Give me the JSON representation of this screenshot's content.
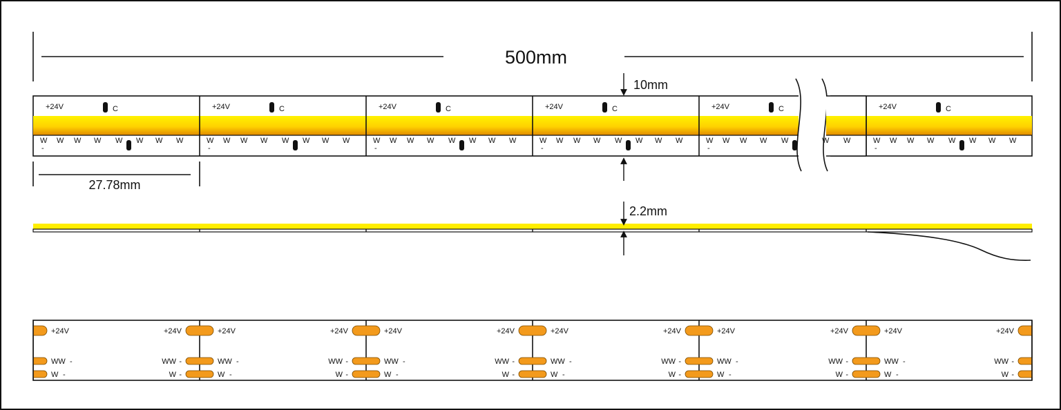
{
  "dimensions": {
    "total_length": "500mm",
    "strip_width": "10mm",
    "segment_length": "27.78mm",
    "strip_thickness": "2.2mm"
  },
  "segment_labels": {
    "voltage": "+24V",
    "component": "C",
    "led": "W",
    "minus": "-"
  },
  "pad_labels": {
    "plus": "+24V",
    "warm": "WW",
    "cold": "W",
    "minus": "-"
  },
  "colors": {
    "frame": "#111111",
    "led_yellow": "#ffee00",
    "led_amber": "#f7a800",
    "pad_orange": "#f39a1c"
  }
}
